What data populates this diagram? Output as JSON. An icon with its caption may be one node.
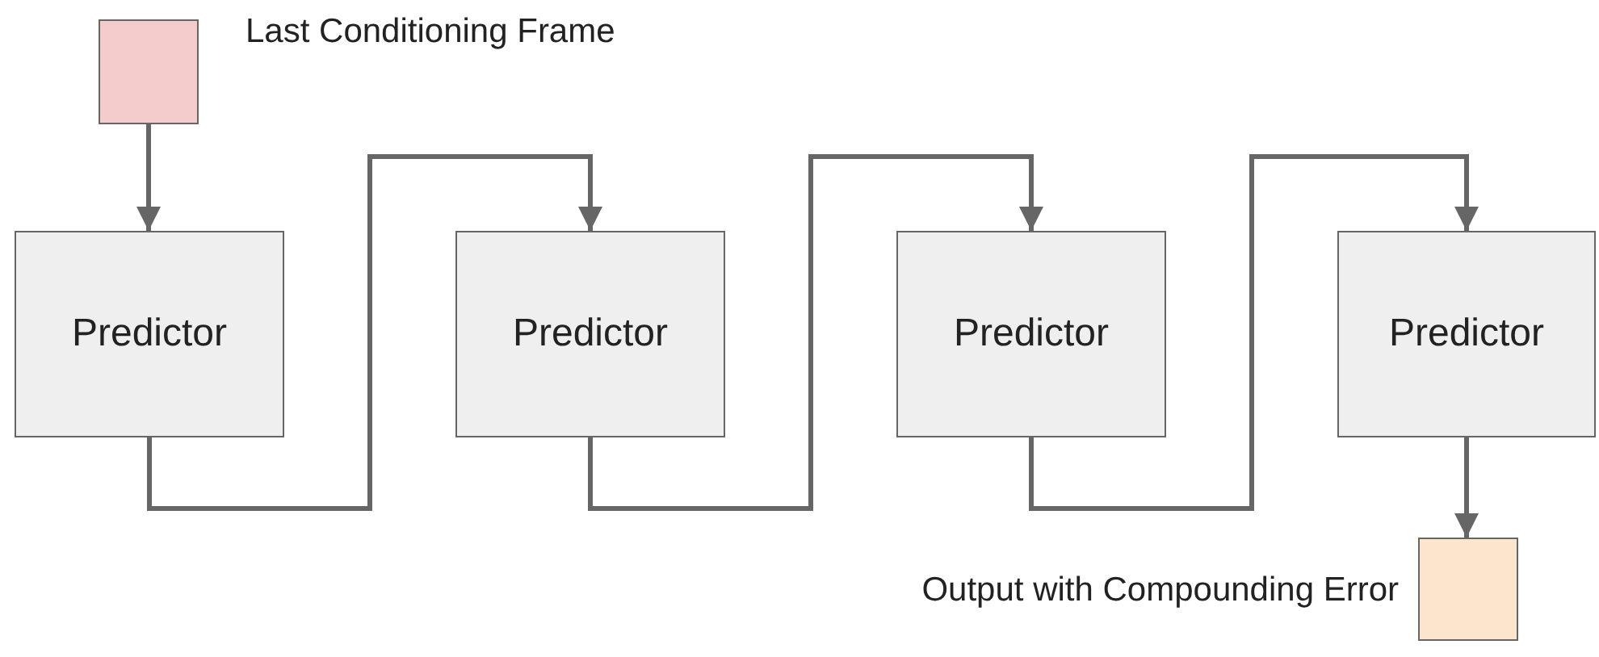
{
  "diagram": {
    "nodes": [
      {
        "text": [],
        "shape": "box",
        "beside": [
          "Last Conditioning Frame"
        ]
      },
      {
        "text": [
          "Predictor"
        ]
      },
      {
        "text": [
          "Predictor"
        ]
      },
      {
        "text": [
          "Predictor"
        ]
      },
      {
        "text": [
          "Predictor"
        ]
      },
      {
        "text": [],
        "shape": "box",
        "beside": [
          "Output with Compounding Error"
        ]
      }
    ],
    "edges": [
      {
        "from": 0,
        "to": 1,
        "arrow": "to"
      },
      {
        "from": 1,
        "to": 2,
        "arrow": "to"
      },
      {
        "from": 2,
        "to": 3,
        "arrow": "to"
      },
      {
        "from": 3,
        "to": 4,
        "arrow": "to"
      },
      {
        "from": 4,
        "to": 5,
        "arrow": "to"
      }
    ]
  }
}
